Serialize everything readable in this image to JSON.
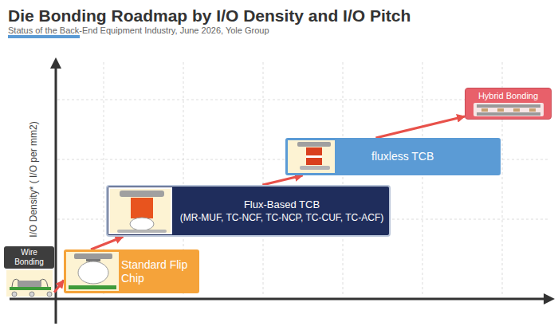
{
  "diagram": {
    "title": "Die Bonding Roadmap by I/O Density and I/O Pitch",
    "caption": "Status of the Back-End Equipment Industry, June 2026, Yole Group",
    "nodes": [
      {
        "text": [
          "Wire Bonding"
        ]
      },
      {
        "text": [
          "Standard Flip Chip"
        ]
      },
      {
        "text": [
          "Flux-Based TCB",
          "(MR-MUF, TC-NCF, TC-NCP, TC-CUF, TC-ACF)"
        ]
      },
      {
        "text": [
          "fluxless TCB"
        ]
      },
      {
        "text": [
          "Hybrid Bonding"
        ]
      }
    ],
    "edges": [
      {
        "from": 0,
        "to": 1,
        "arrow": "to"
      },
      {
        "from": 1,
        "to": 2,
        "arrow": "to"
      },
      {
        "from": 2,
        "to": 3,
        "arrow": "to"
      },
      {
        "from": 3,
        "to": 4,
        "arrow": "to"
      }
    ],
    "labels": [
      "I/O Density* ( I/O per mm2)"
    ]
  }
}
